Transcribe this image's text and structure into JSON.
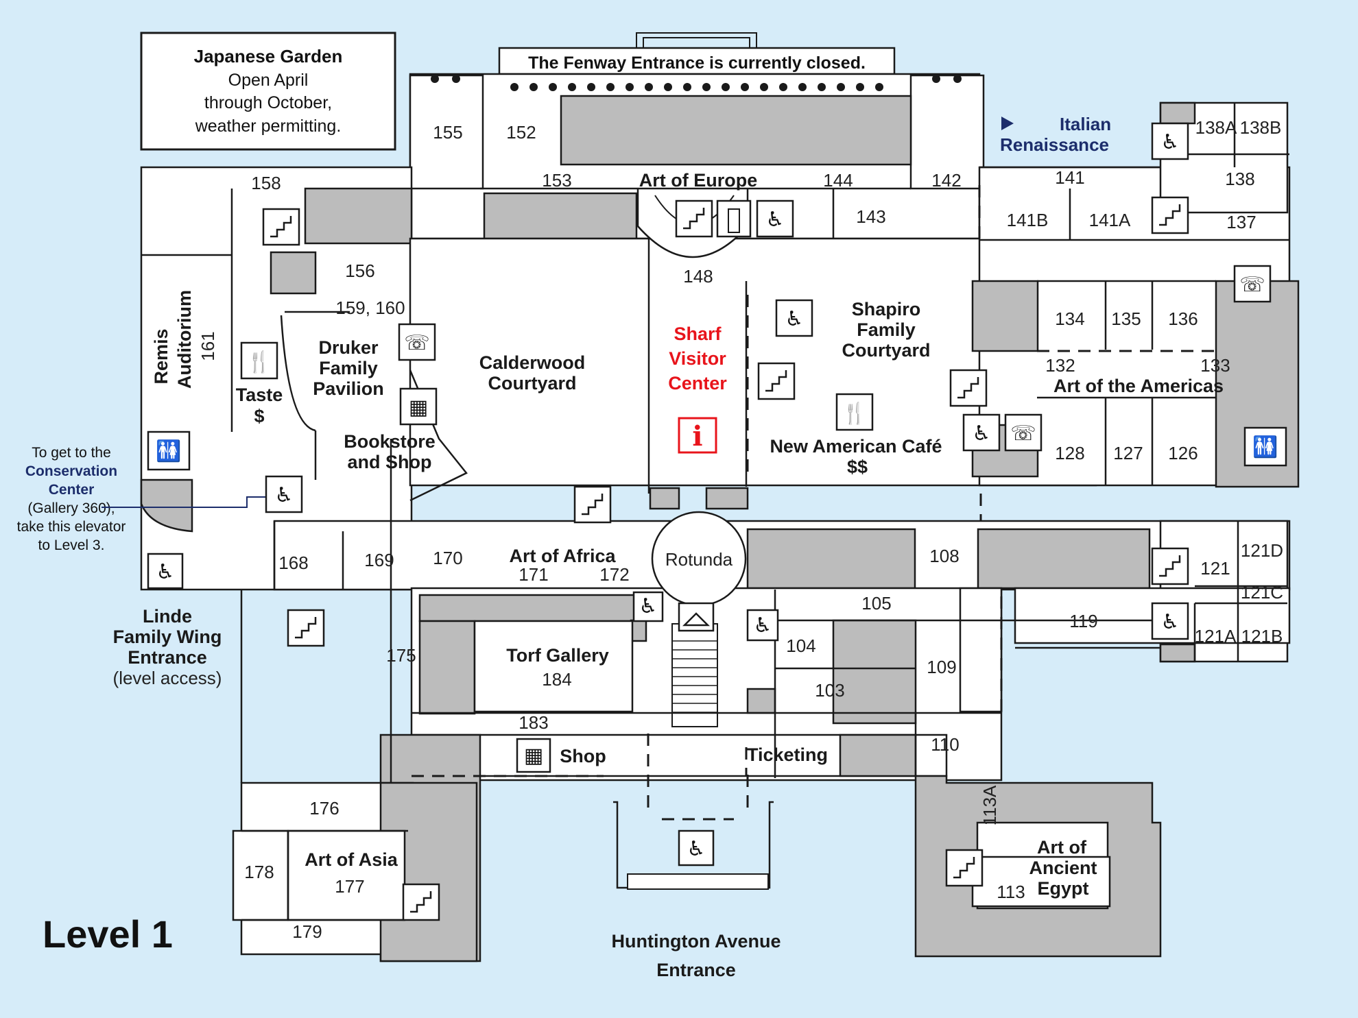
{
  "level_title": "Level 1",
  "notices": {
    "japanese_garden_title": "Japanese Garden",
    "japanese_garden_line1": "Open April",
    "japanese_garden_line2": "through October,",
    "japanese_garden_line3": "weather permitting.",
    "fenway_closed": "The Fenway Entrance is currently closed."
  },
  "conservation_note": {
    "line1": "To get to the",
    "line2": "Conservation",
    "line3": "Center",
    "line4": "(Gallery 360),",
    "line5": "take this elevator",
    "line6": "to Level 3."
  },
  "italian_link": {
    "line1": "Italian",
    "line2": "Renaissance"
  },
  "areas": {
    "art_of_europe": "Art of Europe",
    "calderwood_1": "Calderwood",
    "calderwood_2": "Courtyard",
    "sharf_1": "Sharf",
    "sharf_2": "Visitor",
    "sharf_3": "Center",
    "shapiro_1": "Shapiro",
    "shapiro_2": "Family",
    "shapiro_3": "Courtyard",
    "americas": "Art of the Americas",
    "cafe": "New American Café",
    "cafe_price": "$$",
    "druker_1": "Druker",
    "druker_2": "Family",
    "druker_3": "Pavilion",
    "remis_1": "Remis",
    "remis_2": "Auditorium",
    "taste": "Taste",
    "taste_price": "$",
    "bookstore_1": "Bookstore",
    "bookstore_2": "and Shop",
    "africa": "Art of Africa",
    "rotunda": "Rotunda",
    "torf": "Torf Gallery",
    "shop": "Shop",
    "ticketing": "Ticketing",
    "asia": "Art of Asia",
    "egypt_1": "Art of",
    "egypt_2": "Ancient",
    "egypt_3": "Egypt",
    "linde_1": "Linde",
    "linde_2": "Family Wing",
    "linde_3": "Entrance",
    "linde_4": "(level access)",
    "huntington_1": "Huntington Avenue",
    "huntington_2": "Entrance"
  },
  "rooms": {
    "r155": "155",
    "r152": "152",
    "r153": "153",
    "r144": "144",
    "r143": "143",
    "r142": "142",
    "r141": "141",
    "r141b": "141B",
    "r141a": "141A",
    "r138a": "138A",
    "r138b": "138B",
    "r138": "138",
    "r137": "137",
    "r158": "158",
    "r156": "156",
    "r159": "159, 160",
    "r161": "161",
    "r148": "148",
    "r134": "134",
    "r135": "135",
    "r136": "136",
    "r132": "132",
    "r133": "133",
    "r128": "128",
    "r127": "127",
    "r126": "126",
    "r168": "168",
    "r169": "169",
    "r170": "170",
    "r171": "171",
    "r172": "172",
    "r108": "108",
    "r121": "121",
    "r121d": "121D",
    "r121c": "121C",
    "r121a": "121A",
    "r121b": "121B",
    "r105": "105",
    "r119": "119",
    "r104": "104",
    "r103": "103",
    "r109": "109",
    "r175": "175",
    "r184": "184",
    "r183": "183",
    "r110": "110",
    "r176": "176",
    "r178": "178",
    "r177": "177",
    "r179": "179",
    "r113a": "113A",
    "r113": "113"
  },
  "icons": {
    "stairs": "stairs-icon",
    "elevator": "accessible-elevator-icon",
    "restroom": "restroom-icon",
    "restaurant": "restaurant-icon",
    "phone": "phone-icon",
    "shop": "gift-shop-icon",
    "info": "information-icon",
    "accessible": "accessible-entrance-icon",
    "coat_check": "coat-check-icon",
    "ramp": "ramp-icon",
    "fire_extinguisher": "extinguisher-icon"
  },
  "colors": {
    "background": "#d6ecf9",
    "floor": "#ffffff",
    "gallery_gray": "#bcbcbc",
    "visitor_center": "#e8141b",
    "link_blue": "#1c2d6b"
  }
}
